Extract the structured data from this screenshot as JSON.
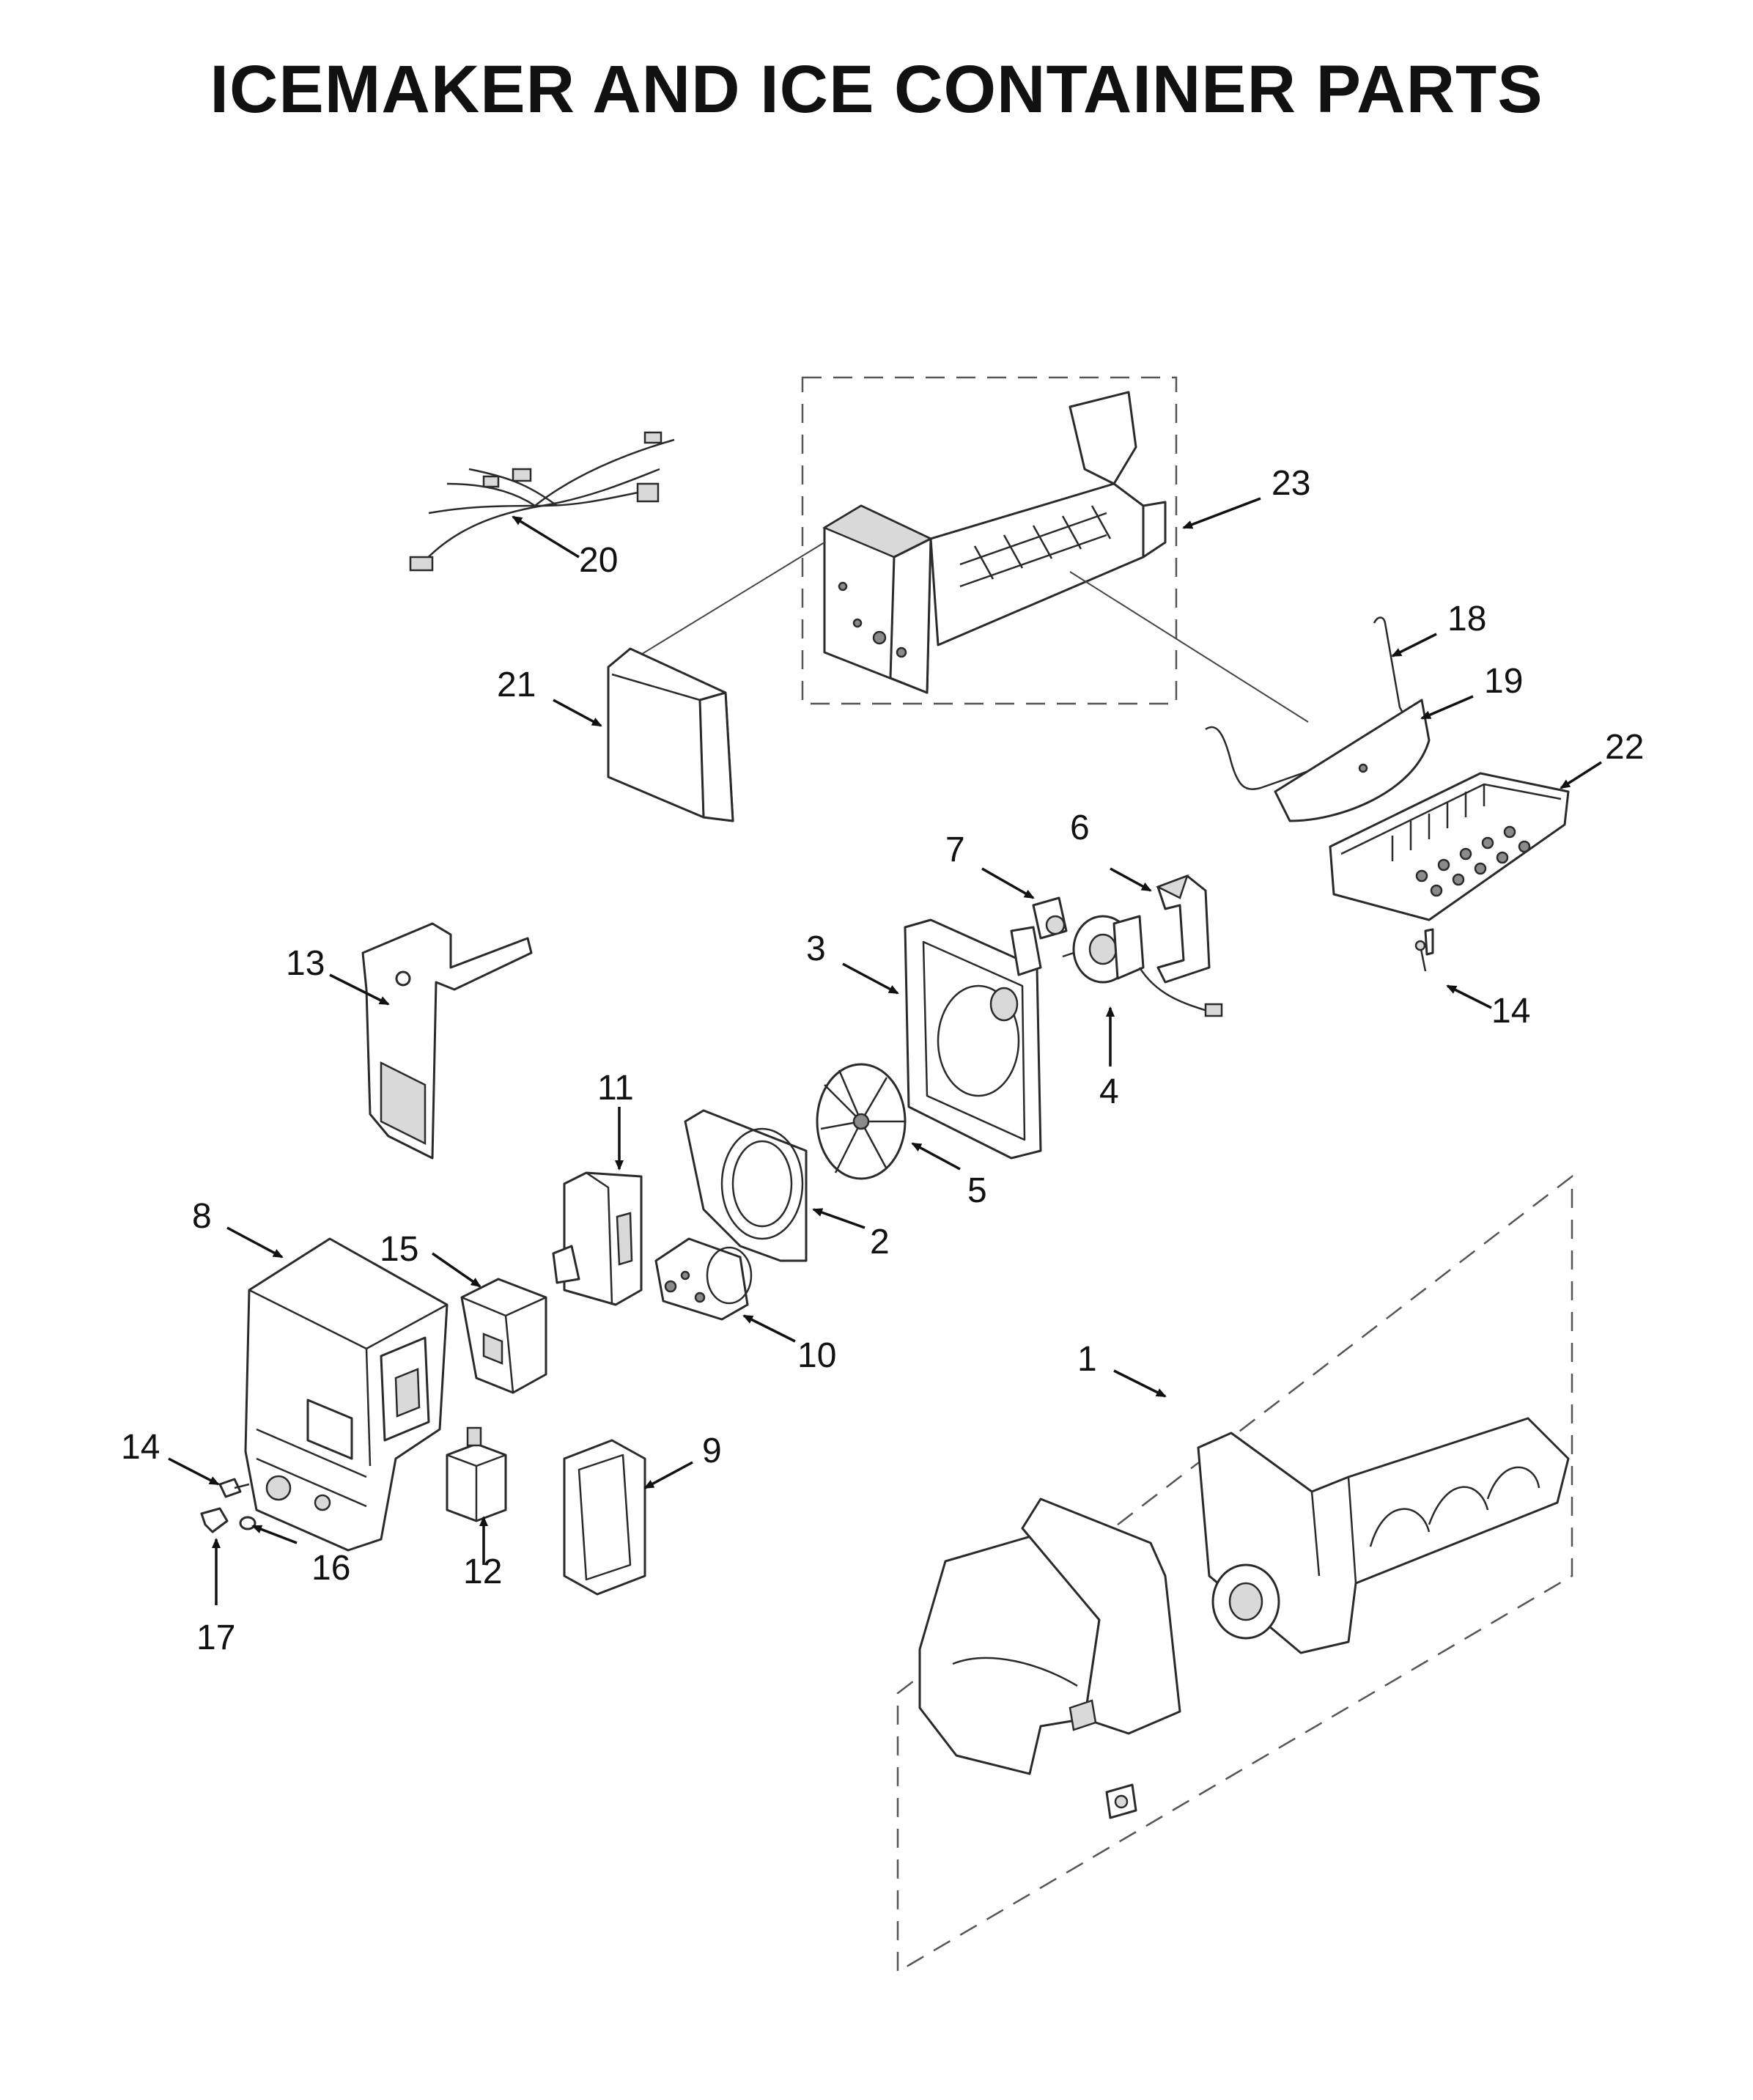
{
  "title": "ICEMAKER AND ICE CONTAINER PARTS",
  "callouts": [
    {
      "id": "c1",
      "label": "1"
    },
    {
      "id": "c2",
      "label": "2"
    },
    {
      "id": "c3",
      "label": "3"
    },
    {
      "id": "c4",
      "label": "4"
    },
    {
      "id": "c5",
      "label": "5"
    },
    {
      "id": "c6",
      "label": "6"
    },
    {
      "id": "c7",
      "label": "7"
    },
    {
      "id": "c8",
      "label": "8"
    },
    {
      "id": "c9",
      "label": "9"
    },
    {
      "id": "c10",
      "label": "10"
    },
    {
      "id": "c11",
      "label": "11"
    },
    {
      "id": "c12",
      "label": "12"
    },
    {
      "id": "c13",
      "label": "13"
    },
    {
      "id": "c14a",
      "label": "14"
    },
    {
      "id": "c14b",
      "label": "14"
    },
    {
      "id": "c15",
      "label": "15"
    },
    {
      "id": "c16",
      "label": "16"
    },
    {
      "id": "c17",
      "label": "17"
    },
    {
      "id": "c18",
      "label": "18"
    },
    {
      "id": "c19",
      "label": "19"
    },
    {
      "id": "c20",
      "label": "20"
    },
    {
      "id": "c21",
      "label": "21"
    },
    {
      "id": "c22",
      "label": "22"
    },
    {
      "id": "c23",
      "label": "23"
    }
  ]
}
